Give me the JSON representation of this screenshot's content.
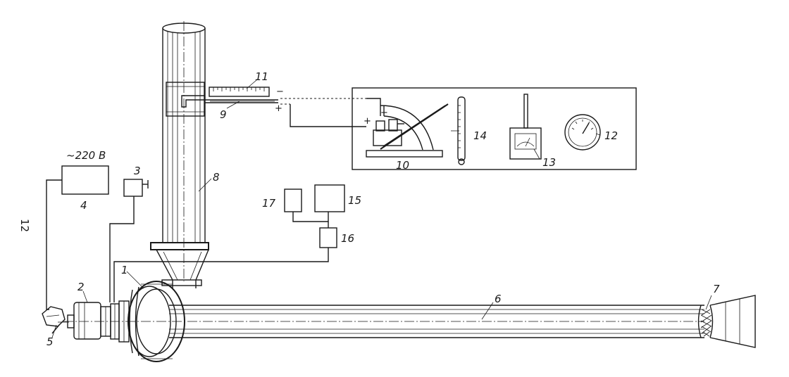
{
  "labels": {
    "l1": "1",
    "l2": "2",
    "l3": "3",
    "l4": "4",
    "l5": "5",
    "l6": "6",
    "l7": "7",
    "l8": "8",
    "l9": "9",
    "l10": "10",
    "l11": "11",
    "l12": "12",
    "l13": "13",
    "l14": "14",
    "l15": "15",
    "l16": "16",
    "l17": "17"
  },
  "power_label": "~220 В",
  "margin_number": "12",
  "polarity": {
    "plus_upper": "+",
    "minus_upper": "−",
    "plus_lower": "+",
    "minus_lower": "−"
  }
}
